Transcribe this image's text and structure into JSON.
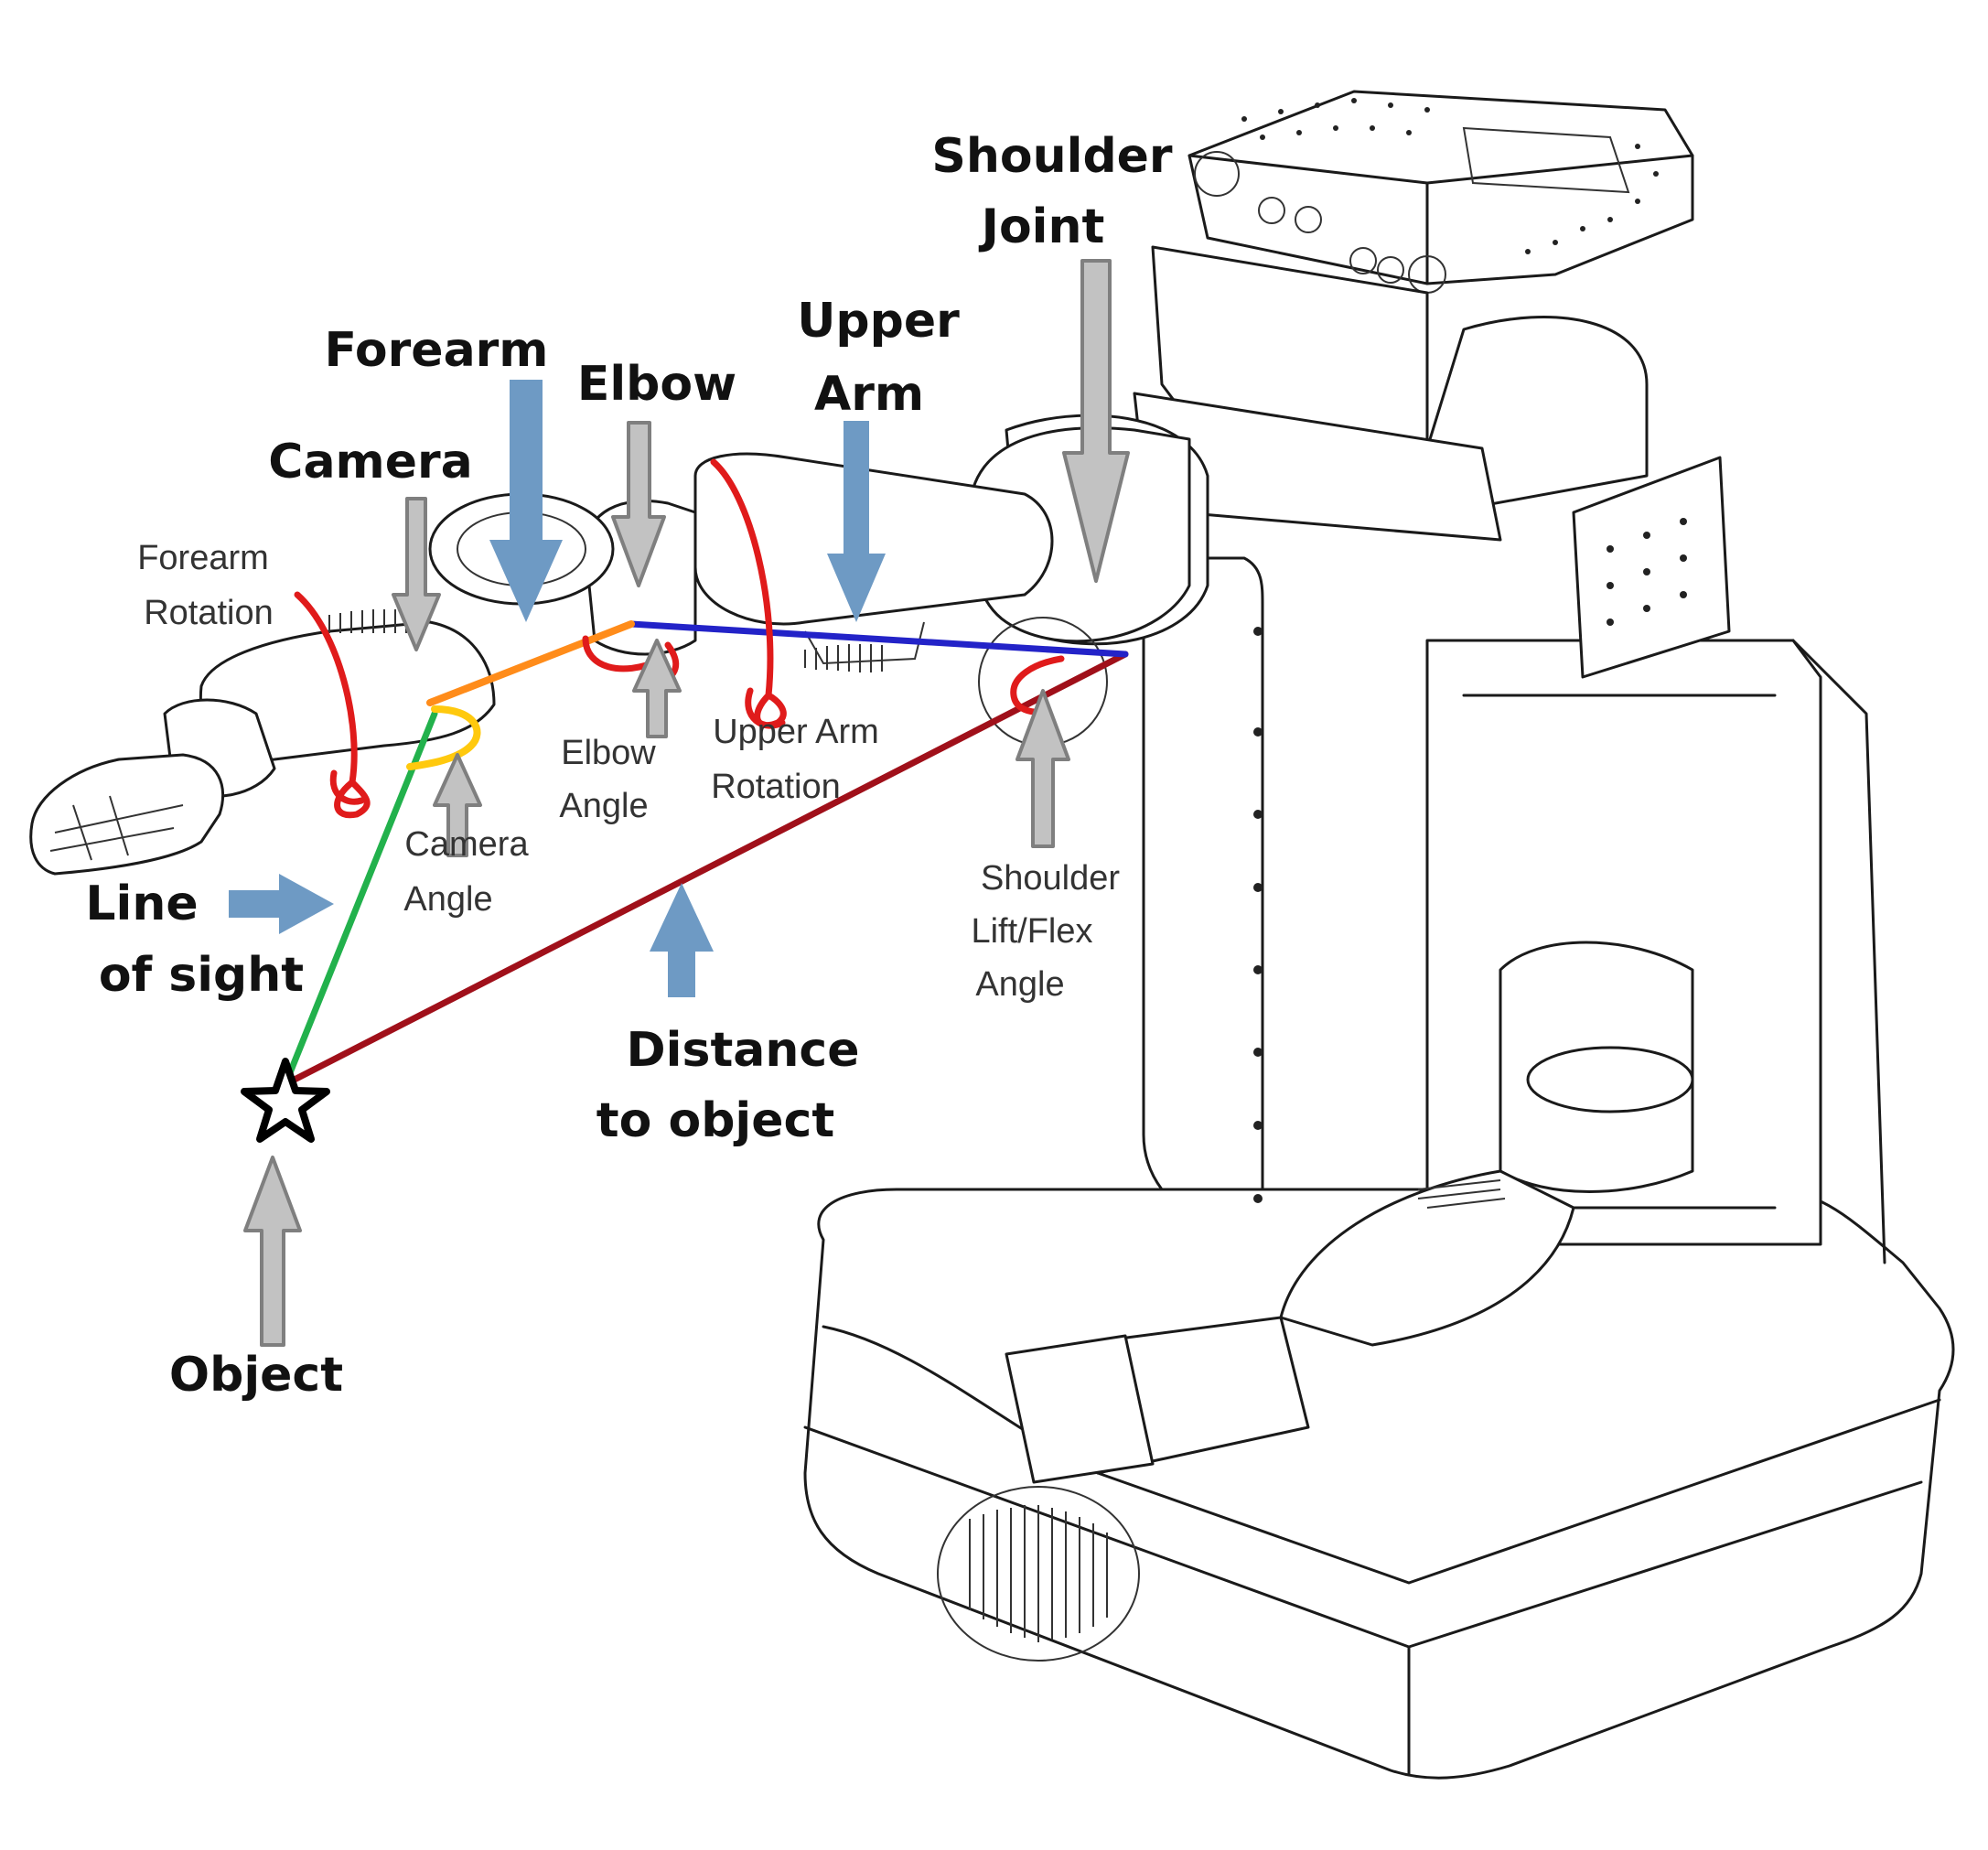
{
  "labels": {
    "shoulder_joint_line1": "Shoulder",
    "shoulder_joint_line2": "Joint",
    "upper_arm_line1": "Upper",
    "upper_arm_line2": "Arm",
    "forearm": "Forearm",
    "elbow": "Elbow",
    "camera": "Camera",
    "forearm_rotation_line1": "Forearm",
    "forearm_rotation_line2": "Rotation",
    "elbow_angle_line1": "Elbow",
    "elbow_angle_line2": "Angle",
    "upper_arm_rotation_line1": "Upper Arm",
    "upper_arm_rotation_line2": "Rotation",
    "camera_angle_line1": "Camera",
    "camera_angle_line2": "Angle",
    "shoulder_lift_line1": "Shoulder",
    "shoulder_lift_line2": "Lift/Flex",
    "shoulder_lift_line3": "Angle",
    "line_of_sight_line1": "Line",
    "line_of_sight_line2": "of sight",
    "distance_line1": "Distance",
    "distance_line2": "to object",
    "object": "Object"
  },
  "colors": {
    "bold_arrow": "#6e9ac4",
    "hollow_arrow_fill": "#c2c2c2",
    "hollow_arrow_stroke": "#7f7f7f",
    "line_of_sight": "#22b14c",
    "distance_to_object": "#a0101a",
    "upper_arm_segment": "#2323c8",
    "forearm_segment": "#ff8c1a",
    "camera_angle_arc": "#ffc90e",
    "rotation_arcs": "#e01b1b"
  }
}
